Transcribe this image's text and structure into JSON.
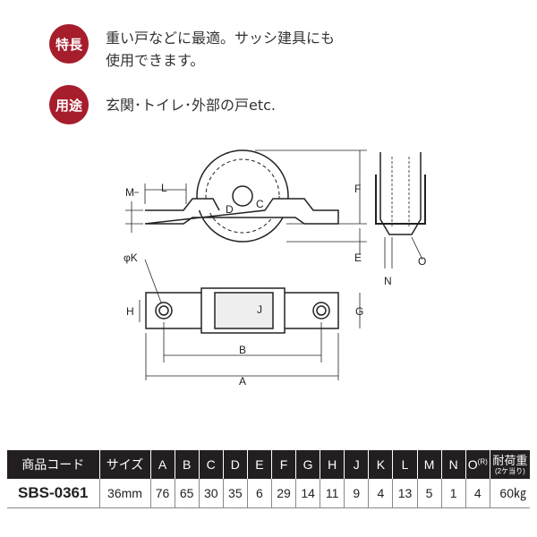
{
  "features": {
    "badge": "特長",
    "line1": "重い戸などに最適。サッシ建具にも",
    "line2": "使用できます。"
  },
  "usage": {
    "badge": "用途",
    "text": "玄関･トイレ･外部の戸etc."
  },
  "diagram_labels": {
    "L": "L",
    "M": "M",
    "D": "D",
    "C": "C",
    "F": "F",
    "E": "E",
    "O": "O",
    "N": "N",
    "K": "φK",
    "H": "H",
    "J": "J",
    "G": "G",
    "B": "B",
    "A": "A"
  },
  "table": {
    "headers": [
      "商品コード",
      "サイズ",
      "A",
      "B",
      "C",
      "D",
      "E",
      "F",
      "G",
      "H",
      "J",
      "K",
      "L",
      "M",
      "N",
      "O"
    ],
    "o_sup": "(R)",
    "load_header": "耐荷重",
    "load_sub": "(2ケ当り)",
    "row": [
      "SBS-0361",
      "36mm",
      "76",
      "65",
      "30",
      "35",
      "6",
      "29",
      "14",
      "11",
      "9",
      "4",
      "13",
      "5",
      "1",
      "4",
      "60㎏"
    ]
  }
}
